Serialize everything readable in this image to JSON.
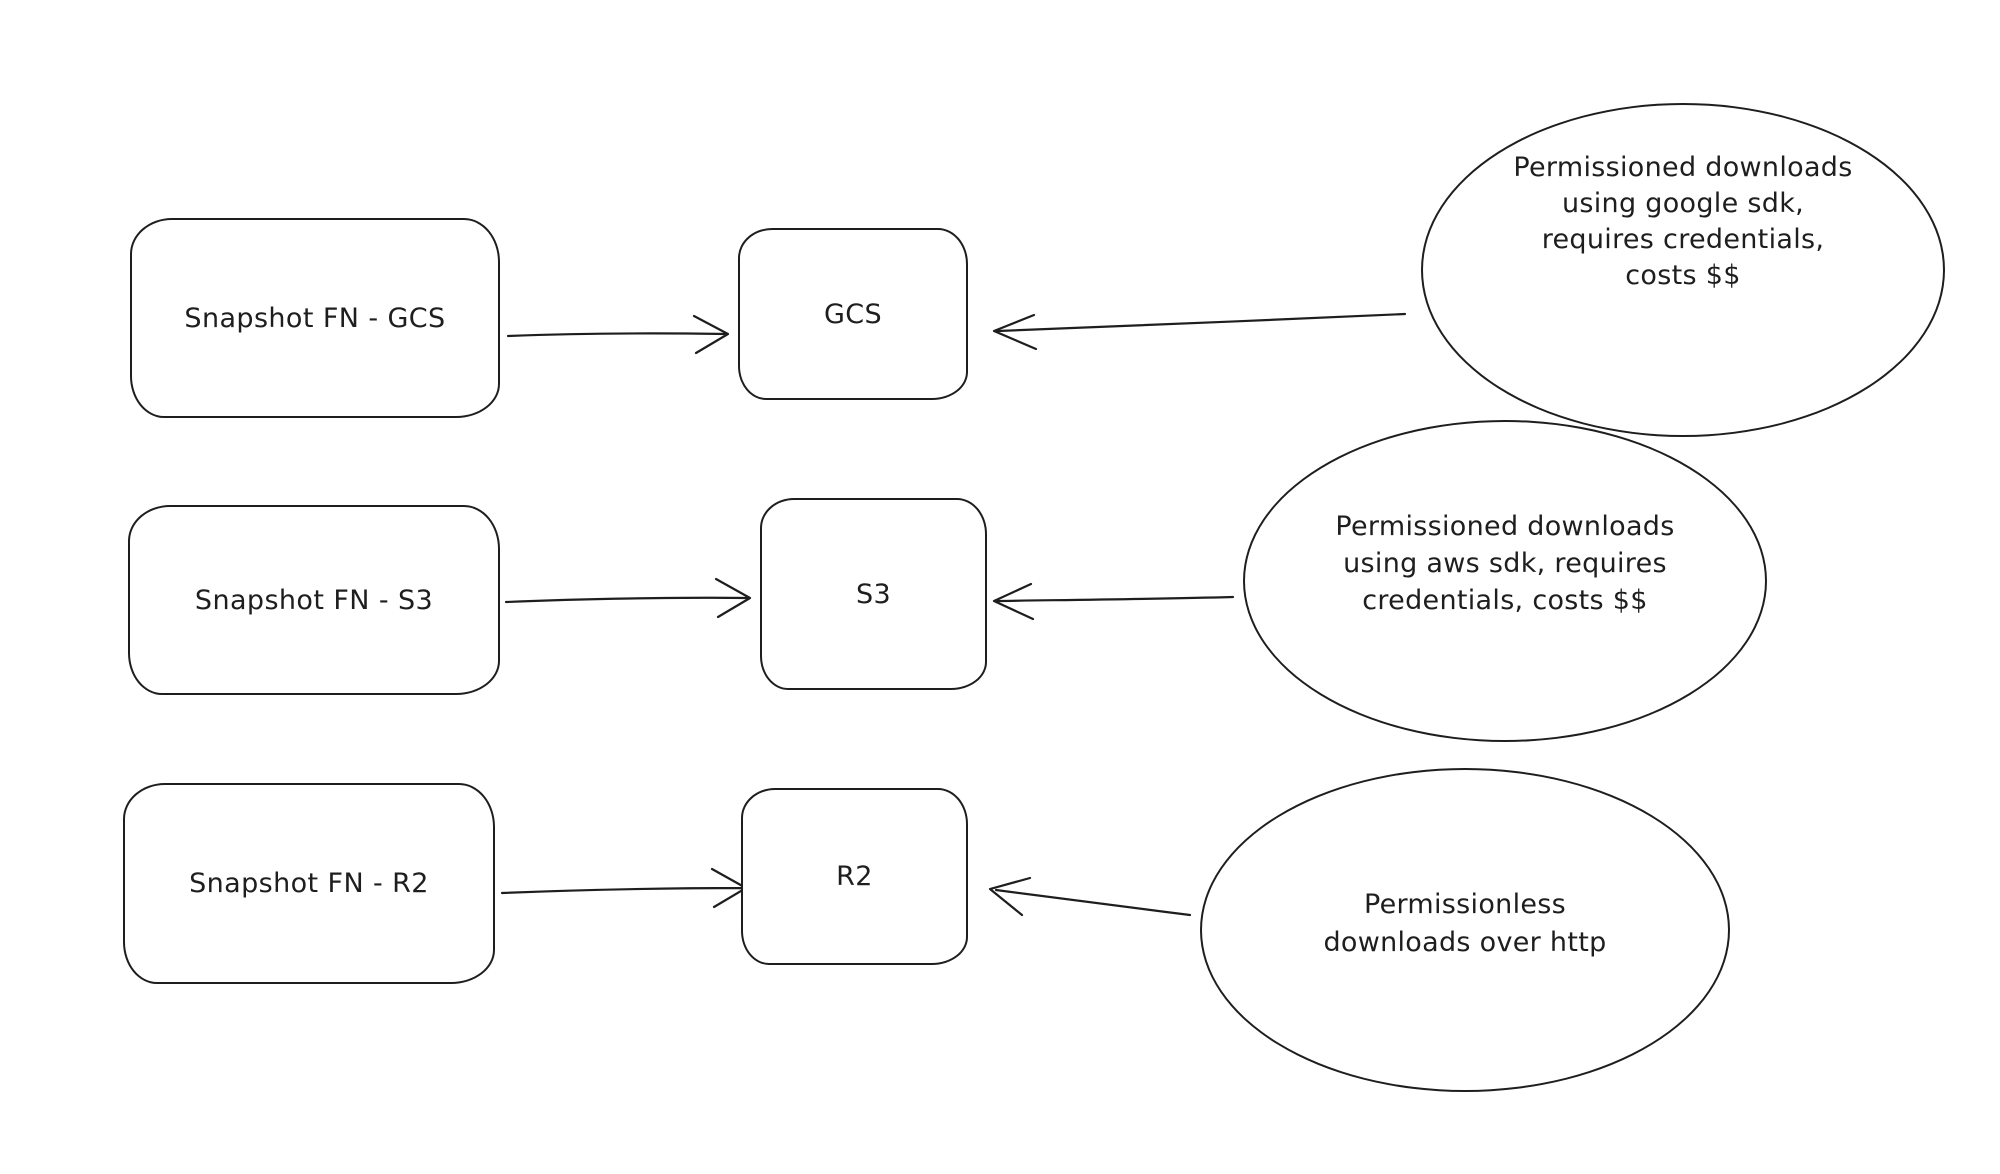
{
  "canvas": {
    "background_color": "#ffffff",
    "stroke_color": "#1e1e1e",
    "text_color": "#1e1e1e"
  },
  "diagram": {
    "rows": [
      {
        "function_label": "Snapshot FN - GCS",
        "storage_label": "GCS",
        "note_lines": [
          "Permissioned downloads",
          "using google sdk,",
          "requires credentials,",
          "costs $$"
        ]
      },
      {
        "function_label": "Snapshot FN - S3",
        "storage_label": "S3",
        "note_lines": [
          "Permissioned downloads",
          "using aws sdk, requires",
          "credentials, costs $$"
        ]
      },
      {
        "function_label": "Snapshot FN - R2",
        "storage_label": "R2",
        "note_lines": [
          "Permissionless",
          "downloads over http"
        ]
      }
    ]
  }
}
